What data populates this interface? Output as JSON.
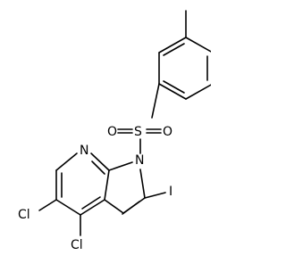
{
  "molecule": {
    "atoms": {
      "cl_top": "Cl",
      "cl_bottom": "Cl",
      "iodine": "I",
      "pyrrole_n": "N",
      "pyridine_n": "N",
      "sulfur": "S",
      "oxygen_left": "O",
      "oxygen_right": "O"
    }
  }
}
